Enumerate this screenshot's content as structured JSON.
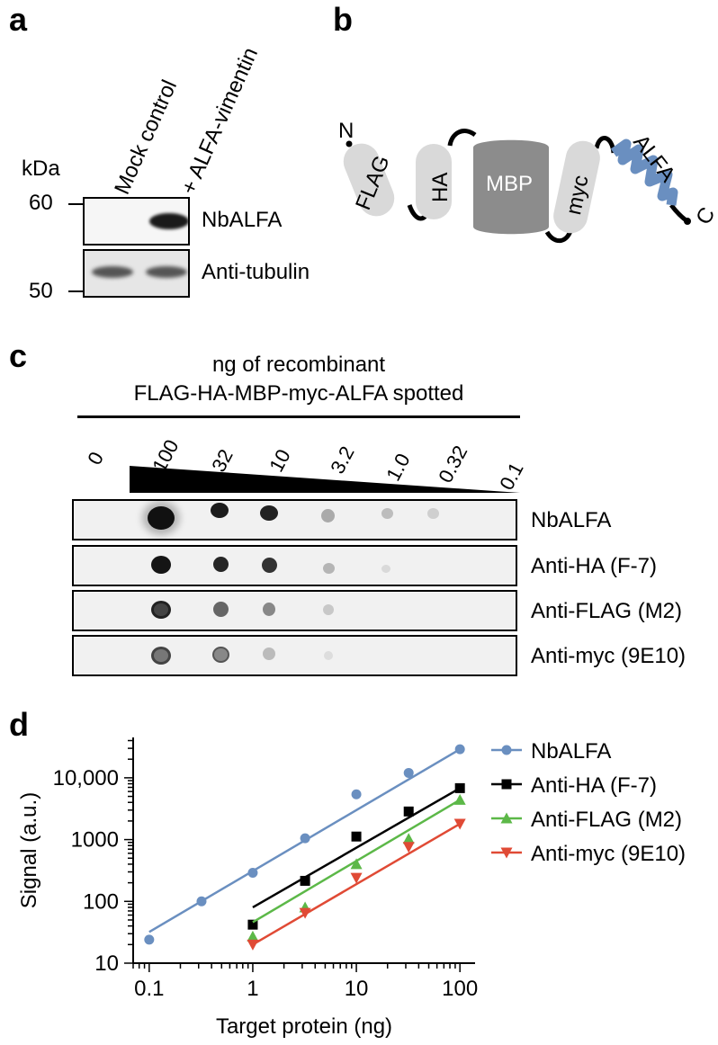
{
  "panel_a": {
    "label": "a",
    "lanes": [
      "Mock control",
      "+ ALFA-vimentin"
    ],
    "unit": "kDa",
    "markers": [
      "60",
      "50"
    ],
    "rows": [
      "NbALFA",
      "Anti-tubulin"
    ]
  },
  "panel_b": {
    "label": "b",
    "n_terminus": "N",
    "c_terminus": "C",
    "domains": [
      "FLAG",
      "HA",
      "MBP",
      "myc",
      "ALFA"
    ],
    "colors": {
      "tag": "#d9d9d9",
      "mbp": "#8c8c8c",
      "alfa": "#6a8fc0"
    }
  },
  "panel_c": {
    "label": "c",
    "header_line1": "ng of recombinant",
    "header_line2": "FLAG-HA-MBP-myc-ALFA spotted",
    "amounts": [
      "0",
      "100",
      "32",
      "10",
      "3.2",
      "1.0",
      "0.32",
      "0.1"
    ],
    "rows": [
      "NbALFA",
      "Anti-HA (F-7)",
      "Anti-FLAG (M2)",
      "Anti-myc (9E10)"
    ]
  },
  "panel_d": {
    "label": "d"
  },
  "chart_data": {
    "type": "scatter",
    "xlabel": "Target protein (ng)",
    "ylabel": "Signal (a.u.)",
    "x_scale": "log",
    "y_scale": "log",
    "xlim": [
      0.07,
      140
    ],
    "ylim": [
      10,
      45000
    ],
    "x_ticks": [
      0.1,
      1,
      10,
      100
    ],
    "x_tick_labels": [
      "0.1",
      "1",
      "10",
      "100"
    ],
    "y_ticks": [
      10,
      100,
      1000,
      10000
    ],
    "y_tick_labels": [
      "10",
      "100",
      "1000",
      "10,000"
    ],
    "legend_position": "right",
    "series": [
      {
        "name": "NbALFA",
        "color": "#6a8fc0",
        "marker": "circle",
        "x": [
          0.1,
          0.32,
          1,
          3.2,
          10,
          32,
          100
        ],
        "y": [
          24,
          100,
          290,
          1050,
          5400,
          12000,
          29000
        ],
        "fit": [
          [
            0.1,
            32
          ],
          [
            100,
            29000
          ]
        ]
      },
      {
        "name": "Anti-HA (F-7)",
        "color": "#000000",
        "marker": "square",
        "x": [
          1,
          3.2,
          10,
          32,
          100
        ],
        "y": [
          42,
          215,
          1120,
          2850,
          6800
        ],
        "fit": [
          [
            1,
            80
          ],
          [
            100,
            6800
          ]
        ]
      },
      {
        "name": "Anti-FLAG (M2)",
        "color": "#5cb848",
        "marker": "triangle-up",
        "x": [
          1,
          3.2,
          10,
          32,
          100
        ],
        "y": [
          27,
          80,
          400,
          1030,
          4400
        ],
        "fit": [
          [
            1,
            46
          ],
          [
            100,
            4400
          ]
        ]
      },
      {
        "name": "Anti-myc (9E10)",
        "color": "#e04a35",
        "marker": "triangle-down",
        "x": [
          1,
          3.2,
          10,
          32,
          100
        ],
        "y": [
          20,
          65,
          240,
          760,
          1800
        ],
        "fit": [
          [
            1,
            20
          ],
          [
            100,
            1800
          ]
        ]
      }
    ]
  }
}
